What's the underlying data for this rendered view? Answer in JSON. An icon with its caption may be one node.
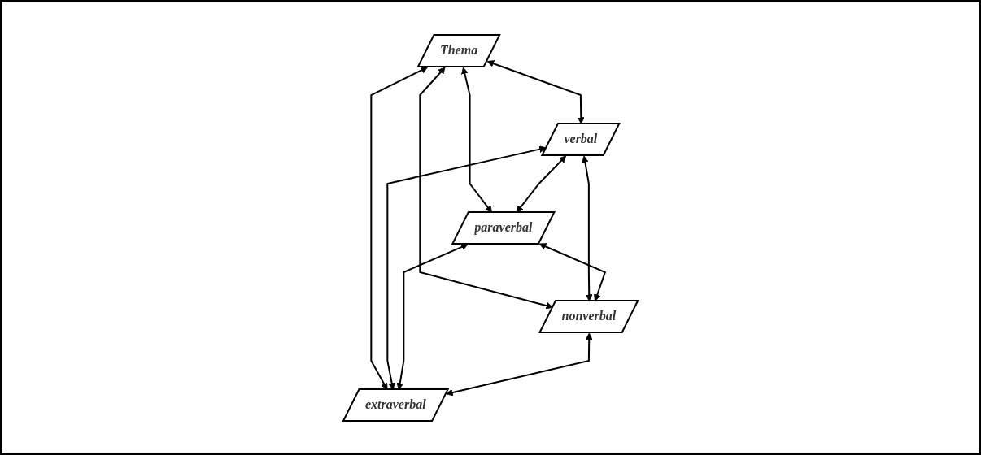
{
  "diagram": {
    "nodes": [
      {
        "text": [
          "Thema"
        ]
      },
      {
        "text": [
          "verbal"
        ]
      },
      {
        "text": [
          "nonverbal"
        ]
      },
      {
        "text": [
          "paraverbal"
        ]
      },
      {
        "text": [
          "extraverbal"
        ]
      }
    ],
    "edges": [
      {
        "from": 0,
        "to": 1,
        "arrow": "both"
      },
      {
        "from": 0,
        "to": 3,
        "arrow": "both"
      },
      {
        "from": 0,
        "to": 4,
        "arrow": "both"
      },
      {
        "from": 0,
        "to": 2,
        "arrow": "both"
      },
      {
        "from": 1,
        "to": 2,
        "arrow": "both"
      },
      {
        "from": 1,
        "to": 3,
        "arrow": "both"
      },
      {
        "from": 1,
        "to": 4,
        "arrow": "both"
      },
      {
        "from": 3,
        "to": 2,
        "arrow": "both"
      },
      {
        "from": 3,
        "to": 4,
        "arrow": "both"
      },
      {
        "from": 2,
        "to": 4,
        "arrow": "both"
      }
    ]
  }
}
